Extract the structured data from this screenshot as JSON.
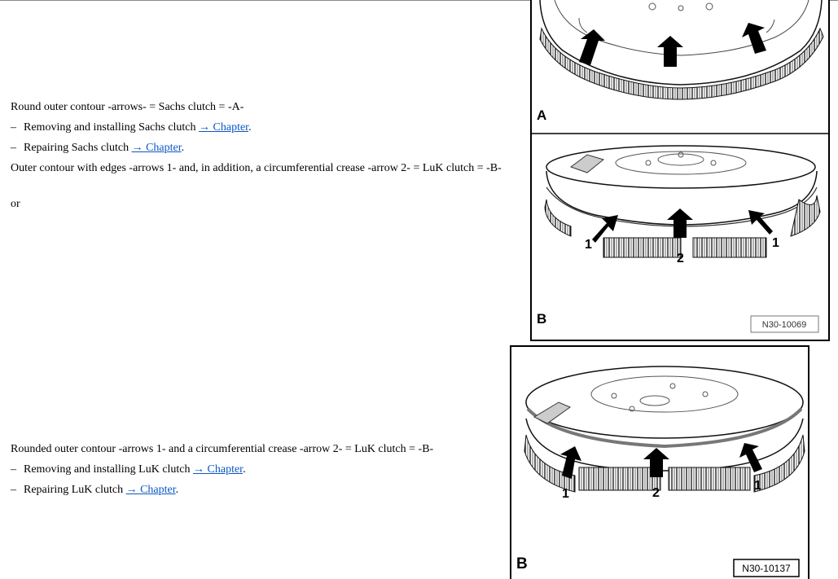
{
  "section1": {
    "heading": "Round outer contour -arrows- = Sachs clutch = -A-",
    "items": [
      {
        "text": "Removing and installing Sachs clutch ",
        "link": "→ Chapter",
        "after": "."
      },
      {
        "text": "Repairing Sachs clutch ",
        "link": "→ Chapter",
        "after": "."
      }
    ],
    "para": "Outer contour with edges -arrows 1- and, in addition, a circumferential crease -arrow 2- = LuK clutch = -B-",
    "or": "or"
  },
  "section2": {
    "heading": "Rounded outer contour -arrows 1- and a circumferential crease -arrow 2- = LuK clutch = -B-",
    "items": [
      {
        "text": "Removing and installing LuK clutch ",
        "link": "→ Chapter",
        "after": "."
      },
      {
        "text": "Repairing LuK clutch ",
        "link": "→ Chapter",
        "after": "."
      }
    ]
  },
  "figure1": {
    "panel_a_label": "A",
    "panel_b_label": "B",
    "callouts": [
      "1",
      "2",
      "1"
    ],
    "code": "N30-10069"
  },
  "figure2": {
    "panel_label": "B",
    "callouts": [
      "1",
      "2",
      "1"
    ],
    "code": "N30-10137"
  }
}
